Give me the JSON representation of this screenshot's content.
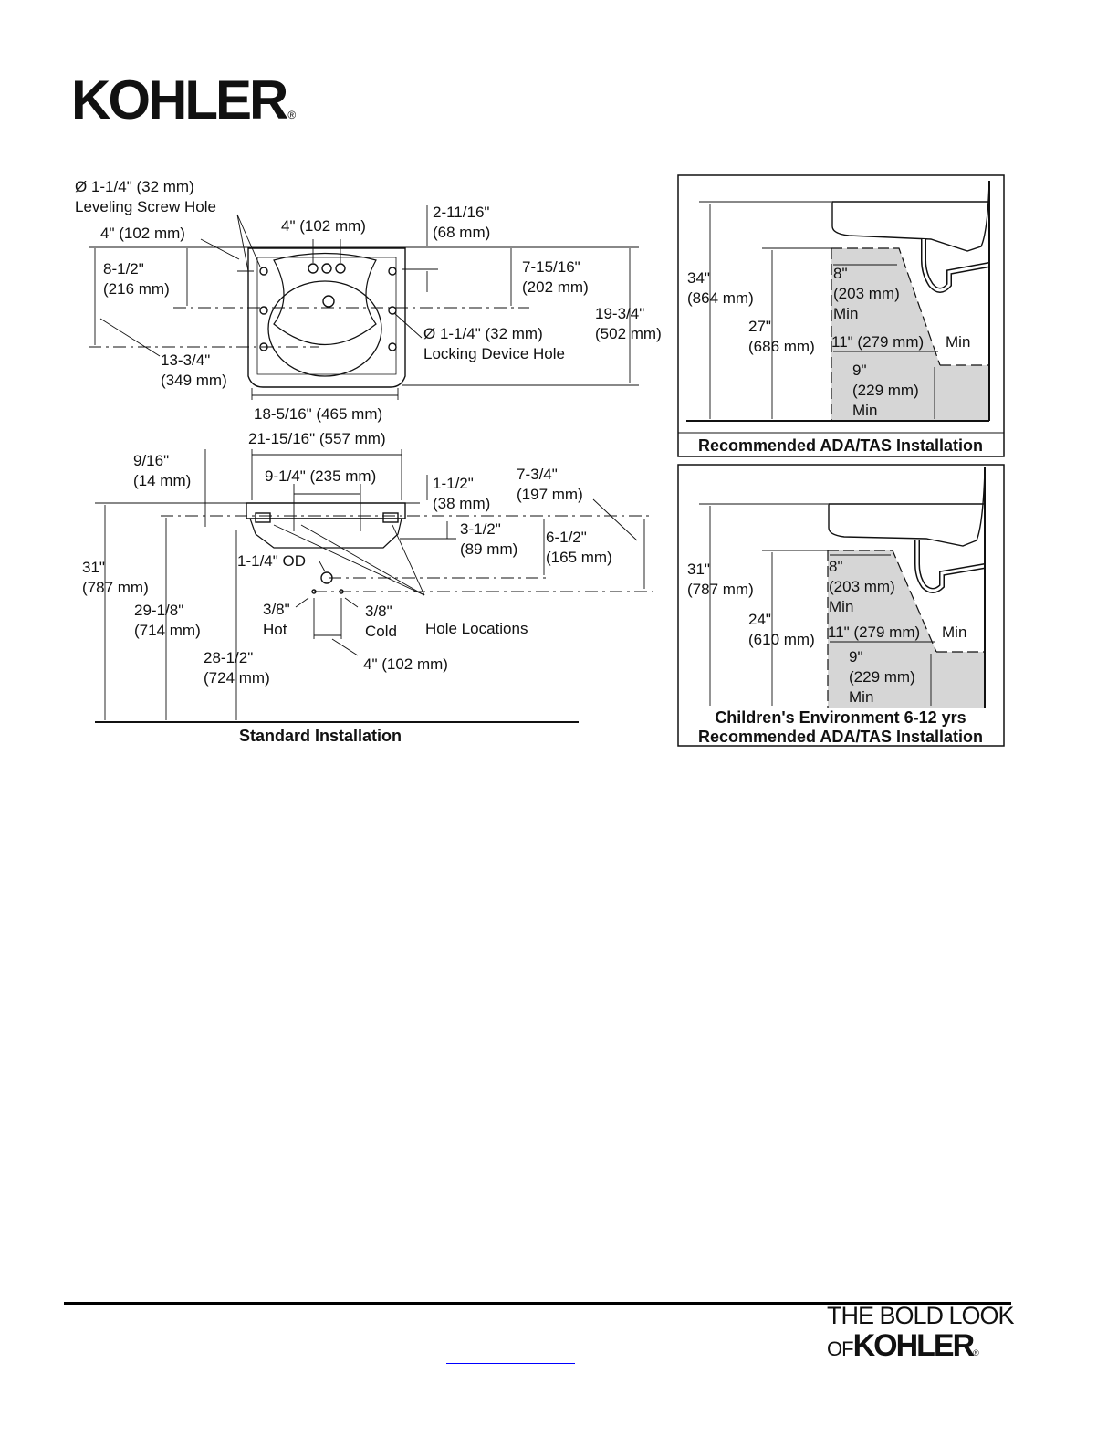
{
  "brand": {
    "name": "KOHLER",
    "reg": "®",
    "tagline_line1": "THE BOLD LOOK",
    "tagline_of": "OF",
    "tagline_brand": "KOHLER"
  },
  "top_view": {
    "leveling_dia": "Ø 1-1/4\" (32 mm)",
    "leveling_label": "Leveling Screw Hole",
    "left_4": "4\" (102 mm)",
    "faucet_4": "4\" (102 mm)",
    "d_2_11_16": "2-11/16\"",
    "d_68": "(68 mm)",
    "d_8_1_2": "8-1/2\"",
    "d_216": "(216 mm)",
    "d_7_15_16": "7-15/16\"",
    "d_202": "(202 mm)",
    "d_19_3_4": "19-3/4\"",
    "d_502": "(502 mm)",
    "locking_dia": "Ø 1-1/4\" (32 mm)",
    "locking_label": "Locking Device Hole",
    "d_13_3_4": "13-3/4\"",
    "d_349": "(349 mm)",
    "d_18_5_16": "18-5/16\" (465 mm)"
  },
  "front_view": {
    "d_21_15_16": "21-15/16\" (557 mm)",
    "d_9_16": "9/16\"",
    "d_14": "(14 mm)",
    "d_9_1_4": "9-1/4\" (235 mm)",
    "d_1_1_2": "1-1/2\"",
    "d_38": "(38 mm)",
    "d_7_3_4": "7-3/4\"",
    "d_197": "(197 mm)",
    "d_3_1_2": "3-1/2\"",
    "d_89": "(89 mm)",
    "d_6_1_2": "6-1/2\"",
    "d_165": "(165 mm)",
    "d_1_1_4_od": "1-1/4\" OD",
    "d_31": "31\"",
    "d_787": "(787 mm)",
    "d_29_1_8": "29-1/8\"",
    "d_714": "(714 mm)",
    "d_3_8_hot": "3/8\"",
    "hot": "Hot",
    "d_3_8_cold": "3/8\"",
    "cold": "Cold",
    "hole_locations": "Hole Locations",
    "d_28_1_2": "28-1/2\"",
    "d_724": "(724 mm)",
    "d_4_102": "4\" (102 mm)",
    "caption": "Standard Installation"
  },
  "ada_panel": {
    "d_34": "34\"",
    "d_864": "(864 mm)",
    "d_27": "27\"",
    "d_686": "(686 mm)",
    "d_8": "8\"",
    "d_203": "(203 mm)",
    "min1": "Min",
    "d_11": "11\" (279 mm)",
    "min2": "Min",
    "d_9": "9\"",
    "d_229": "(229 mm)",
    "min3": "Min",
    "caption": "Recommended ADA/TAS Installation"
  },
  "child_panel": {
    "d_31": "31\"",
    "d_787": "(787 mm)",
    "d_24": "24\"",
    "d_610": "(610 mm)",
    "d_8": "8\"",
    "d_203": "(203 mm)",
    "min1": "Min",
    "d_11": "11\" (279 mm)",
    "min2": "Min",
    "d_9": "9\"",
    "d_229": "(229 mm)",
    "min3": "Min",
    "caption1": "Children's Environment 6-12 yrs",
    "caption2": "Recommended ADA/TAS Installation"
  },
  "colors": {
    "shade": "#d6d6d6",
    "ink": "#111111",
    "link": "#0000ff"
  }
}
